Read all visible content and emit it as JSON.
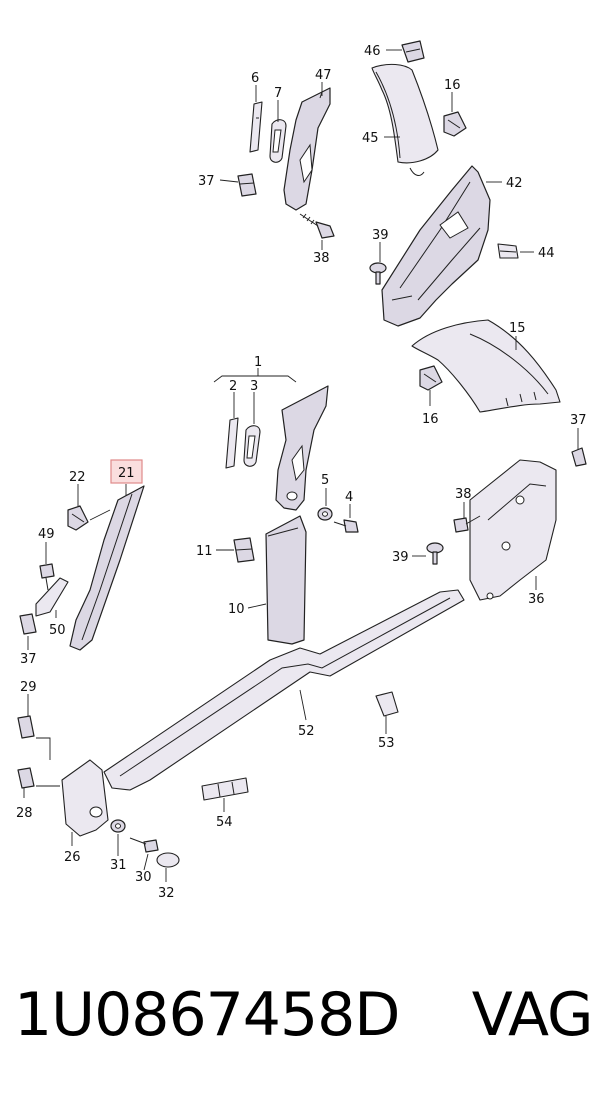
{
  "part_number_line": "1U0867458D    VAG",
  "highlighted_callout": "21",
  "callouts": [
    {
      "id": "46",
      "text": "46"
    },
    {
      "id": "6",
      "text": "6"
    },
    {
      "id": "7",
      "text": "7"
    },
    {
      "id": "47",
      "text": "47"
    },
    {
      "id": "16a",
      "text": "16"
    },
    {
      "id": "45",
      "text": "45"
    },
    {
      "id": "37a",
      "text": "37"
    },
    {
      "id": "42",
      "text": "42"
    },
    {
      "id": "39a",
      "text": "39"
    },
    {
      "id": "38a",
      "text": "38"
    },
    {
      "id": "44",
      "text": "44"
    },
    {
      "id": "15",
      "text": "15"
    },
    {
      "id": "1",
      "text": "1"
    },
    {
      "id": "2",
      "text": "2"
    },
    {
      "id": "3",
      "text": "3"
    },
    {
      "id": "16b",
      "text": "16"
    },
    {
      "id": "37b",
      "text": "37"
    },
    {
      "id": "21",
      "text": "21"
    },
    {
      "id": "22",
      "text": "22"
    },
    {
      "id": "5",
      "text": "5"
    },
    {
      "id": "4",
      "text": "4"
    },
    {
      "id": "38b",
      "text": "38"
    },
    {
      "id": "49",
      "text": "49"
    },
    {
      "id": "11",
      "text": "11"
    },
    {
      "id": "39b",
      "text": "39"
    },
    {
      "id": "10",
      "text": "10"
    },
    {
      "id": "36",
      "text": "36"
    },
    {
      "id": "50",
      "text": "50"
    },
    {
      "id": "37c",
      "text": "37"
    },
    {
      "id": "29",
      "text": "29"
    },
    {
      "id": "52",
      "text": "52"
    },
    {
      "id": "53",
      "text": "53"
    },
    {
      "id": "28",
      "text": "28"
    },
    {
      "id": "54",
      "text": "54"
    },
    {
      "id": "26",
      "text": "26"
    },
    {
      "id": "31",
      "text": "31"
    },
    {
      "id": "30",
      "text": "30"
    },
    {
      "id": "32",
      "text": "32"
    }
  ]
}
